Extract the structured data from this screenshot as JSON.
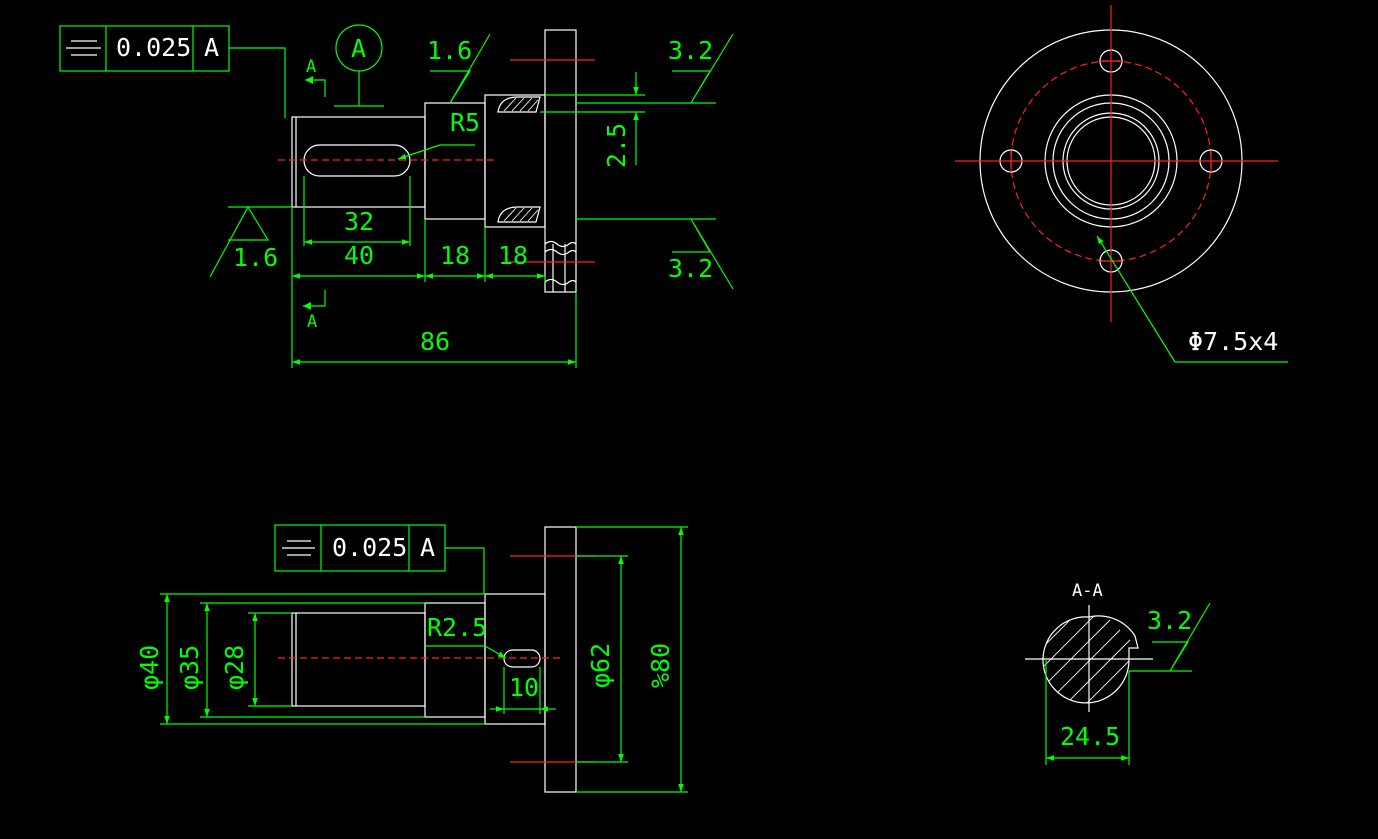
{
  "colors": {
    "background": "#000000",
    "outline": "#ffffff",
    "dimension": "#00ff00",
    "centerline": "#ff2020"
  },
  "top_view": {
    "tolerance_frame": {
      "value": "0.025",
      "datum": "A"
    },
    "datum_bubble": "A",
    "section_marker_top": "A",
    "section_marker_bottom": "A",
    "roughness_top_left": "1.6",
    "roughness_bottom_left": "1.6",
    "roughness_top_right": "3.2",
    "roughness_bottom_right": "3.2",
    "radius_label": "R5",
    "depth_label": "2.5",
    "dims": {
      "d32": "32",
      "d40": "40",
      "d18a": "18",
      "d18b": "18",
      "d86": "86"
    }
  },
  "flange_view": {
    "hole_callout": "Φ7.5x4"
  },
  "bottom_view": {
    "tolerance_frame": {
      "value": "0.025",
      "datum": "A"
    },
    "radius_label": "R2.5",
    "dims": {
      "phi40": "φ40",
      "phi35": "φ35",
      "phi28": "φ28",
      "d10": "10",
      "phi62": "φ62",
      "phi80": "%80"
    }
  },
  "section_view": {
    "title": "A-A",
    "roughness": "3.2",
    "width": "24.5"
  }
}
